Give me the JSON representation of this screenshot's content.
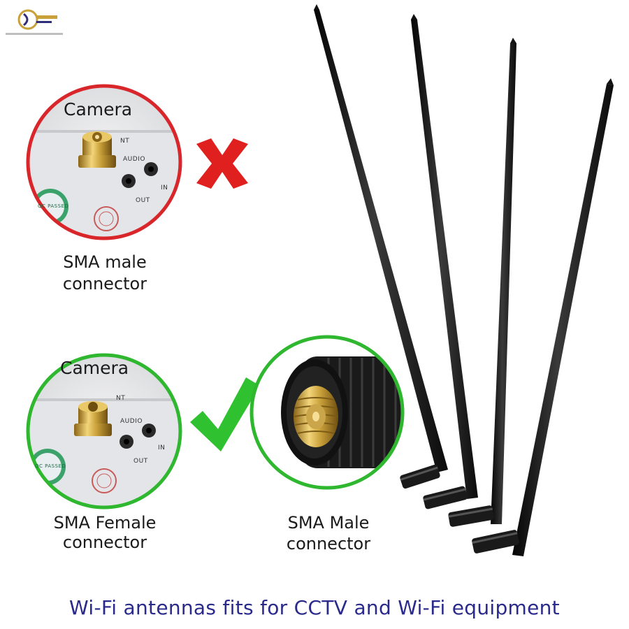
{
  "brand": {
    "logo_text": "",
    "tagline": ""
  },
  "panel_wrong": {
    "title": "Camera",
    "port_label_audio": "AUDIO",
    "port_label_out": "OUT",
    "port_label_in": "IN",
    "port_label_ant": "NT",
    "badge_text": "QC PASSED",
    "caption_line1": "SMA  male",
    "caption_line2": "connector",
    "ring_color": "#d8262a",
    "mark": "cross-icon"
  },
  "panel_right": {
    "title": "Camera",
    "port_label_audio": "AUDIO",
    "port_label_out": "OUT",
    "port_label_in": "IN",
    "port_label_ant": "NT",
    "badge_text": "QC PASSED",
    "caption_line1": "SMA Female",
    "caption_line2": "connector",
    "ring_color": "#2fb82f",
    "mark": "check-icon"
  },
  "panel_connector": {
    "caption_line1": "SMA Male",
    "caption_line2": "connector",
    "ring_color": "#2fb82f"
  },
  "footer": {
    "text": "Wi-Fi antennas fits for CCTV and Wi-Fi equipment",
    "color": "#2a2a8c"
  },
  "colors": {
    "gold": "#c9a03a",
    "antenna": "#151515",
    "cross": "#e0201f",
    "check": "#2fc12f"
  }
}
